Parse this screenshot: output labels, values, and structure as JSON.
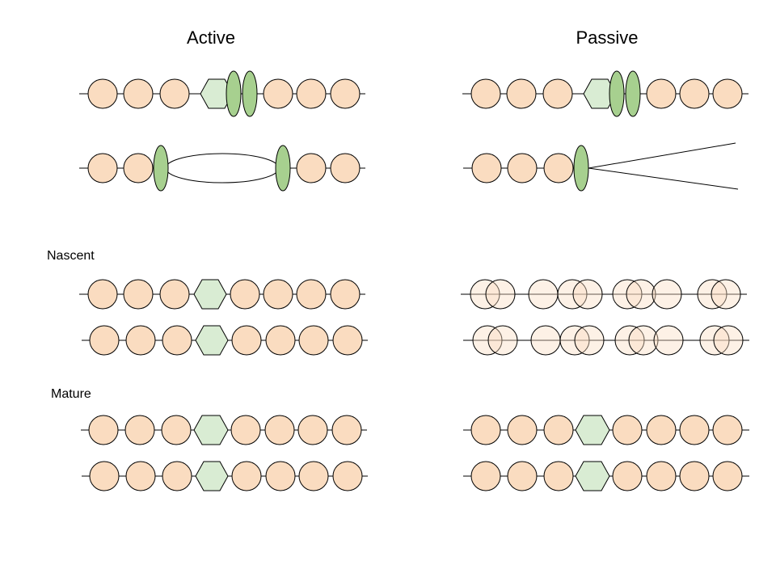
{
  "headings": {
    "active": "Active",
    "passive": "Passive"
  },
  "labels": {
    "nascent": "Nascent",
    "mature": "Mature"
  },
  "colors": {
    "nucleosome": "#fadcc0",
    "marked_nucleosome": "#d9ecd3",
    "replication_fork": "#a7d08f",
    "line": "#000000"
  },
  "legend_semantics": {
    "circle": "nucleosome-icon",
    "hexagon": "marked-nucleosome-icon",
    "green-ellipse": "replication-fork-icon"
  }
}
